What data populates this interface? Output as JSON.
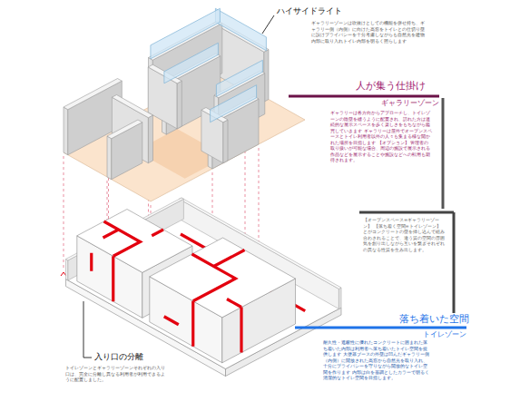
{
  "diagram": {
    "labels": [
      "ハイサイドライト",
      "ギャラリーゾーンは吹抜けとしての機能を併せ持ち、ギャラリー側（内側）に向けた高窓をトイレとの仕切り壁に設けプライバシーを十分考慮しながらも自然光を建物内部に取り入れトイレ内部を明るく照らします",
      "人が集う仕掛け",
      "ギャラリーゾーン",
      "ギャラリーは各方向からアプローチし、トイレゾーンの陰壁を縫うように配置され、訪れた方は連続的な展示スペースを歩く楽しさをもちながら鑑賞していきます ギャラリーは屋外でオープンスペースとトイレ利用者以外の人々も集まる様な開かれた場所を目指します 【オプション】 管理者の取り扱いが可能な場合、周辺の施設で展示される作品などを展示することや施設などへの転用も期待されます。",
      "【オープンスペース=ギャラリーゾーン】 【落ち着く空間=トイレゾーン】 とがコンクリートの壁を挿し込んで組み合わされることで、違う質の空間の雰囲気を創り出しながら互いを繋ぎそれぞれの異なる性質を生み出します。",
      "落ち着いた空間",
      "トイレゾーン",
      "耐久性・遮蔽性に優れたコンクリートに囲まれた落ち着いた内部は利用者へ落ち着いたトイレ空間を提供します 大便器ブースの外壁は凹んだギャラリー側（内側）に開放された高窓から自然光を取り入れ、十分にプライバシーを守りながら開放的なトイレ空間を作ります 内部は白を基調としたカラーで明るく清潔的なトイレ空間を目指します。",
      "入り口の分離",
      "トイレゾーンとギャラリーゾーンそれぞれの入り口は、完全に分離し異なる利用者が利用できるように配置しました。"
    ]
  }
}
